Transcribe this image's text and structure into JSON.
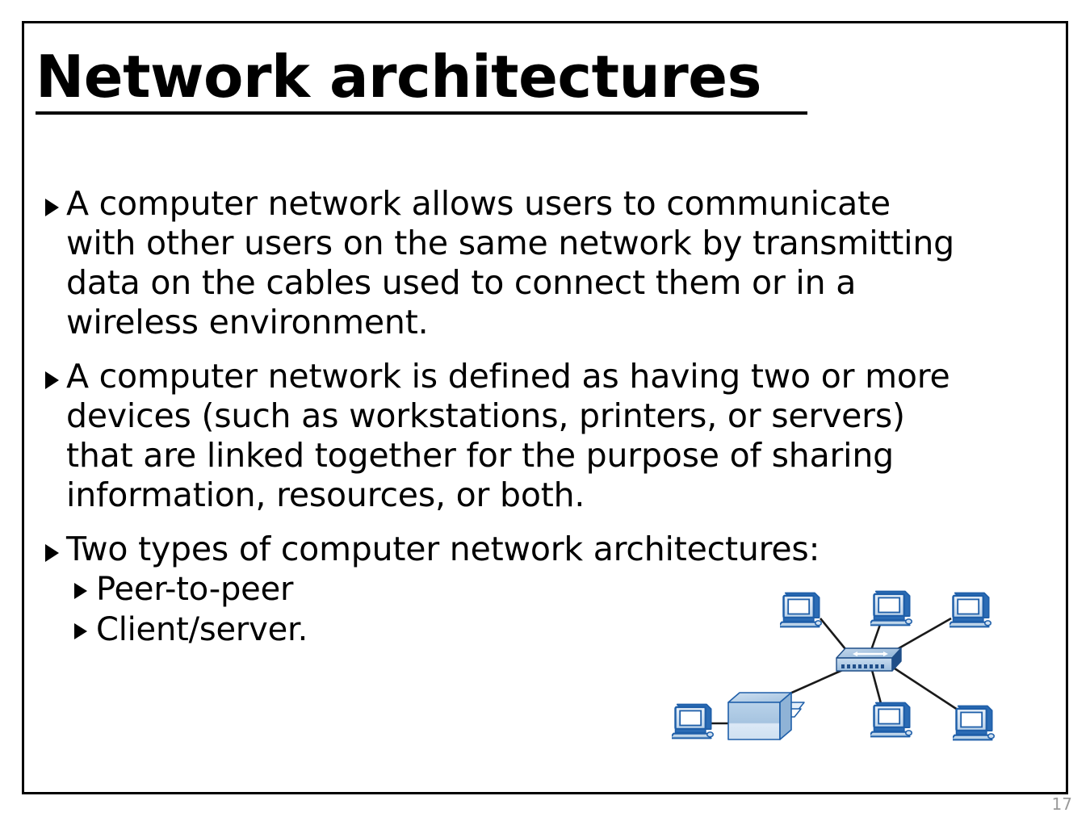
{
  "slide": {
    "title": "Network architectures",
    "page_number": "17",
    "background_color": "#ffffff",
    "border_color": "#000000",
    "text_color": "#000000",
    "page_number_color": "#9a9a9a"
  },
  "body": {
    "bullets": [
      {
        "marker": "triangle-bullet",
        "text": "A computer network allows users to communicate with other users on the same network by transmitting data on the cables used to connect them or in a wireless environment."
      },
      {
        "marker": "triangle-bullet",
        "text": "A computer network is defined as having two or more devices (such as workstations, printers, or servers) that are linked together for the purpose of sharing information, resources, or both."
      },
      {
        "marker": "triangle-bullet",
        "text": "Two types of computer network architectures:"
      }
    ],
    "sub_bullets": [
      {
        "marker": "triangle-bullet",
        "text": "Peer-to-peer"
      },
      {
        "marker": "triangle-bullet",
        "text": "Client/server."
      }
    ]
  },
  "diagram": {
    "name": "star-topology-network-diagram",
    "colors": {
      "device_outline": "#1f5fa9",
      "device_fill_light": "#ccdcee",
      "device_fill_mid": "#9fc0e0",
      "device_fill_dark": "#2b6cb5",
      "screen_fill": "#ffffff",
      "switch_top": "#a8c4e0",
      "switch_side": "#1f4e88",
      "link_color": "#1a1a1a"
    },
    "nodes": [
      {
        "id": "switch",
        "label": "network-switch",
        "type": "switch"
      },
      {
        "id": "pc-top-left",
        "label": "computer",
        "type": "computer"
      },
      {
        "id": "pc-top-middle",
        "label": "computer",
        "type": "computer"
      },
      {
        "id": "pc-top-right",
        "label": "computer",
        "type": "computer"
      },
      {
        "id": "pc-bottom-left",
        "label": "computer",
        "type": "computer"
      },
      {
        "id": "pc-bottom-middle",
        "label": "computer",
        "type": "computer"
      },
      {
        "id": "pc-bottom-right",
        "label": "computer",
        "type": "computer"
      },
      {
        "id": "printer",
        "label": "printer",
        "type": "printer"
      }
    ],
    "links": [
      {
        "from": "pc-top-left",
        "to": "switch"
      },
      {
        "from": "pc-top-middle",
        "to": "switch"
      },
      {
        "from": "pc-top-right",
        "to": "switch"
      },
      {
        "from": "pc-bottom-middle",
        "to": "switch"
      },
      {
        "from": "pc-bottom-right",
        "to": "switch"
      },
      {
        "from": "printer",
        "to": "switch"
      },
      {
        "from": "pc-bottom-left",
        "to": "printer"
      }
    ]
  }
}
